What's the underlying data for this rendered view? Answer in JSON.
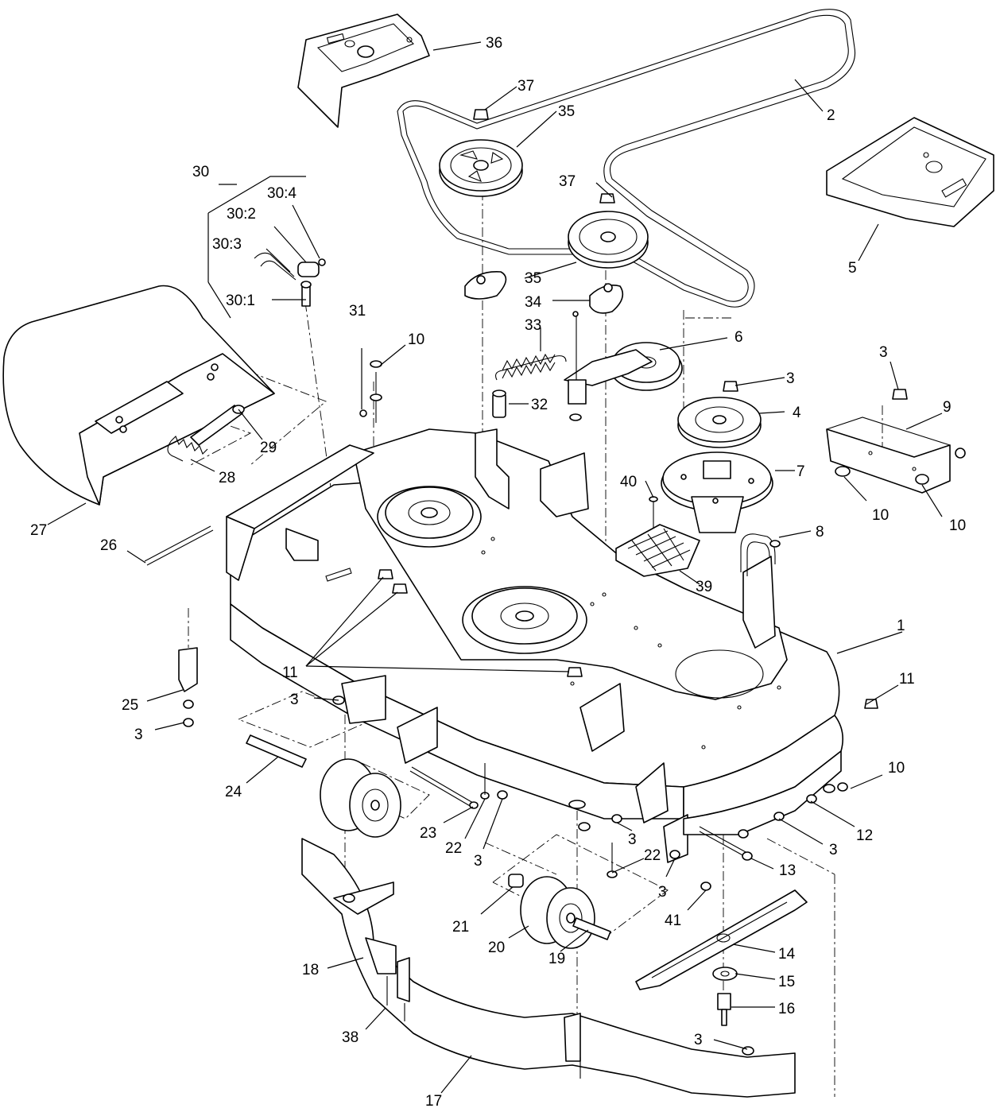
{
  "callouts": [
    "1",
    "2",
    "3",
    "3",
    "3",
    "3",
    "3",
    "3",
    "3",
    "3",
    "3",
    "3",
    "4",
    "5",
    "6",
    "7",
    "8",
    "9",
    "10",
    "10",
    "10",
    "10",
    "11",
    "11",
    "12",
    "13",
    "14",
    "15",
    "16",
    "17",
    "18",
    "19",
    "20",
    "21",
    "22",
    "22",
    "23",
    "24",
    "25",
    "26",
    "27",
    "28",
    "29",
    "30",
    "30:1",
    "30:2",
    "30:3",
    "30:4",
    "31",
    "32",
    "33",
    "34",
    "35",
    "35",
    "36",
    "37",
    "37",
    "38",
    "39",
    "40",
    "41"
  ]
}
